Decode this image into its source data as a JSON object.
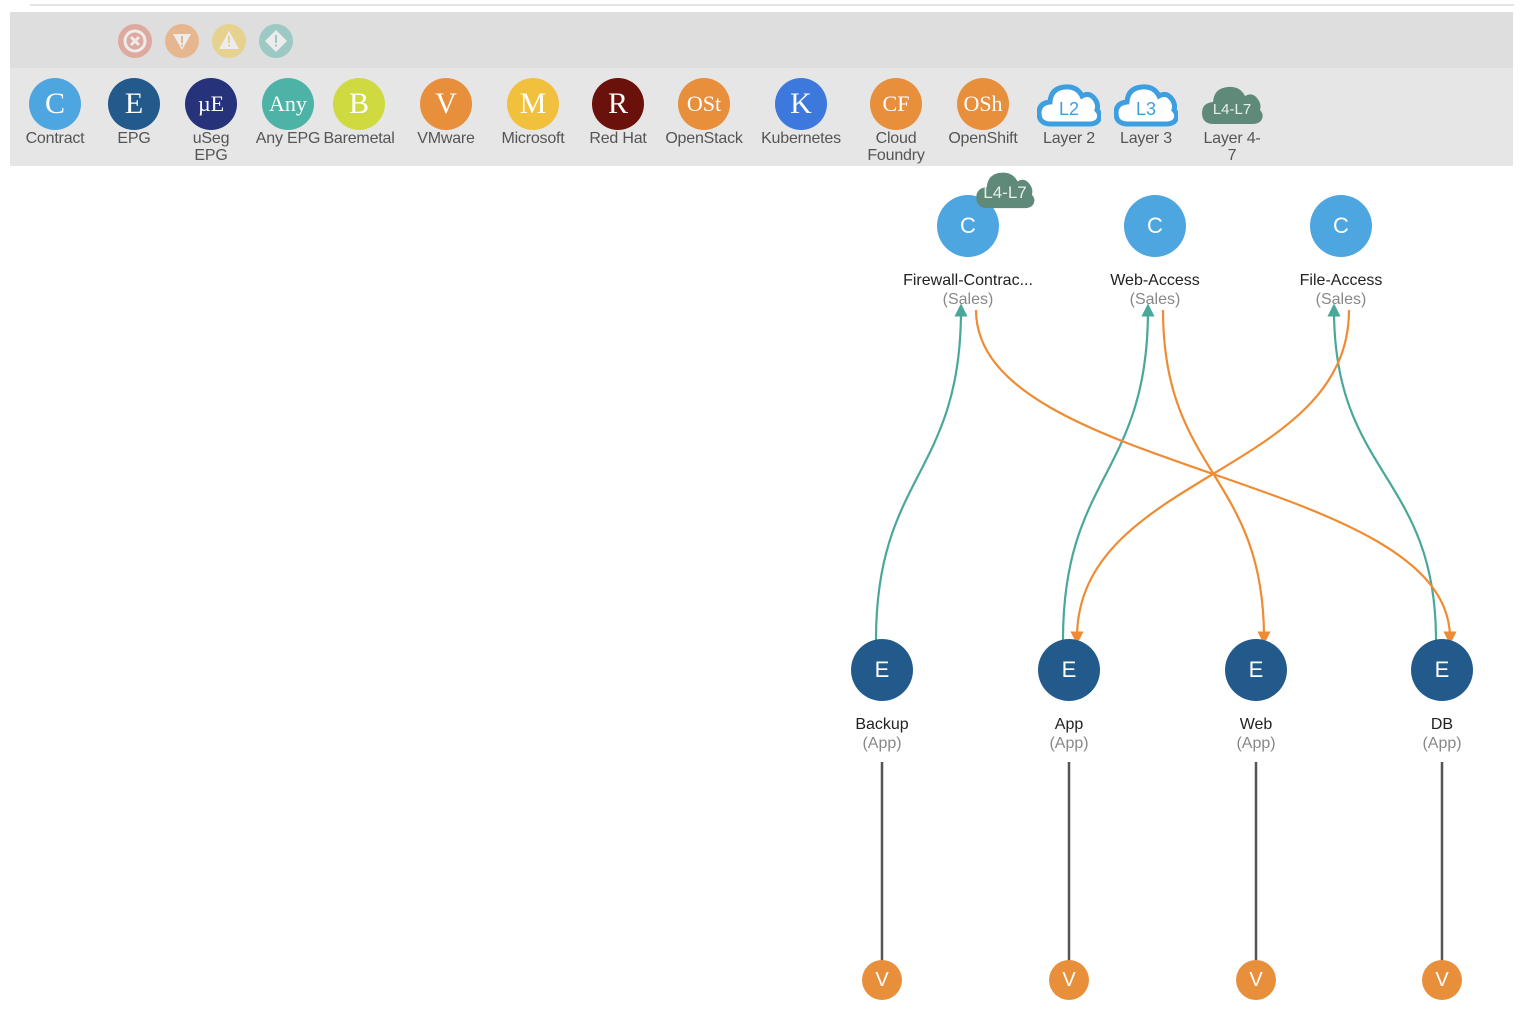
{
  "colors": {
    "contract": "#4ea6e0",
    "epg": "#235a8c",
    "vm": "#e88f3c",
    "consumer_edge": "#4aa89a",
    "provider_edge": "#ef8c33",
    "vm_link": "#555555",
    "l4l7": "#5f8a7a"
  },
  "status_icons": [
    {
      "name": "critical-fault-icon",
      "color": "#e06a55"
    },
    {
      "name": "major-fault-icon",
      "color": "#f08a30"
    },
    {
      "name": "minor-fault-icon",
      "color": "#f2c230"
    },
    {
      "name": "warning-fault-icon",
      "color": "#4fb0a6"
    }
  ],
  "palette": [
    {
      "id": "contract",
      "glyph": "C",
      "label": "Contract",
      "color": "#4ea6e0"
    },
    {
      "id": "epg",
      "glyph": "E",
      "label": "EPG",
      "color": "#235a8c"
    },
    {
      "id": "useg-epg",
      "glyph": "µE",
      "label": "uSeg EPG",
      "color": "#26327a"
    },
    {
      "id": "any-epg",
      "glyph": "Any",
      "label": "Any EPG",
      "color": "#4db3a6"
    },
    {
      "id": "baremetal",
      "glyph": "B",
      "label": "Baremetal",
      "color": "#cfd940"
    },
    {
      "id": "vmware",
      "glyph": "V",
      "label": "VMware",
      "color": "#e88f3c"
    },
    {
      "id": "microsoft",
      "glyph": "M",
      "label": "Microsoft",
      "color": "#f1c03c"
    },
    {
      "id": "redhat",
      "glyph": "R",
      "label": "Red Hat",
      "color": "#6b110c"
    },
    {
      "id": "openstack",
      "glyph": "OSt",
      "label": "OpenStack",
      "color": "#e88f3c"
    },
    {
      "id": "kubernetes",
      "glyph": "K",
      "label": "Kubernetes",
      "color": "#3d78dd"
    },
    {
      "id": "cloud-foundry",
      "glyph": "CF",
      "label": "Cloud Foundry",
      "color": "#e88f3c"
    },
    {
      "id": "openshift",
      "glyph": "OSh",
      "label": "OpenShift",
      "color": "#e88f3c"
    },
    {
      "id": "layer2",
      "glyph": "L2",
      "label": "Layer 2",
      "color": "#3d9ee0"
    },
    {
      "id": "layer3",
      "glyph": "L3",
      "label": "Layer 3",
      "color": "#3d9ee0"
    },
    {
      "id": "layer4-7",
      "glyph": "L4-L7",
      "label": "Layer 4-7",
      "color": "#5f8a7a"
    }
  ],
  "contracts": [
    {
      "id": "firewall",
      "glyph": "C",
      "name": "Firewall-Contrac...",
      "tenant": "(Sales)",
      "badge": "L4-L7"
    },
    {
      "id": "web-access",
      "glyph": "C",
      "name": "Web-Access",
      "tenant": "(Sales)"
    },
    {
      "id": "file-access",
      "glyph": "C",
      "name": "File-Access",
      "tenant": "(Sales)"
    }
  ],
  "epgs": [
    {
      "id": "backup",
      "glyph": "E",
      "name": "Backup",
      "app": "(App)",
      "vm_glyph": "V"
    },
    {
      "id": "app",
      "glyph": "E",
      "name": "App",
      "app": "(App)",
      "vm_glyph": "V"
    },
    {
      "id": "web",
      "glyph": "E",
      "name": "Web",
      "app": "(App)",
      "vm_glyph": "V"
    },
    {
      "id": "db",
      "glyph": "E",
      "name": "DB",
      "app": "(App)",
      "vm_glyph": "V"
    }
  ],
  "edges": [
    {
      "type": "consumer",
      "from": "backup",
      "to": "firewall"
    },
    {
      "type": "consumer",
      "from": "app",
      "to": "web-access"
    },
    {
      "type": "consumer",
      "from": "db",
      "to": "file-access"
    },
    {
      "type": "provider",
      "from": "firewall",
      "to": "db"
    },
    {
      "type": "provider",
      "from": "web-access",
      "to": "web"
    },
    {
      "type": "provider",
      "from": "file-access",
      "to": "app"
    }
  ]
}
